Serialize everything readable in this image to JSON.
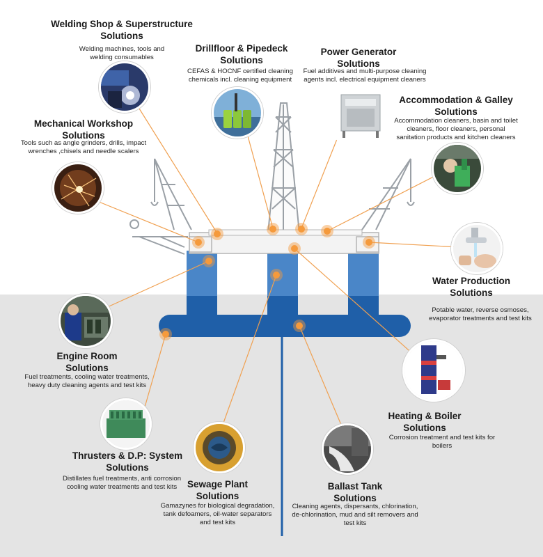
{
  "sections": {
    "welding": {
      "title_line1": "Welding Shop & Superstructure",
      "title_line2": "Solutions",
      "desc_line1": "Welding machines, tools and",
      "desc_line2": "welding consumables",
      "icon": "welding-photo-icon"
    },
    "drillfloor": {
      "title_line1": "Drillfloor & Pipedeck",
      "title_line2": "Solutions",
      "desc_line1": "CEFAS & HOCNF certified cleaning",
      "desc_line2": "chemicals incl. cleaning equipment",
      "icon": "chemical-drums-photo-icon"
    },
    "power": {
      "title_line1": "Power Generator",
      "title_line2": "Solutions",
      "desc_line1": "Fuel additives and multi-purpose cleaning",
      "desc_line2": "agents incl. electrical equipment cleaners",
      "icon": "cleaning-machine-photo-icon"
    },
    "accommodation": {
      "title_line1": "Accommodation & Galley",
      "title_line2": "Solutions",
      "desc_line1": "Accommodation cleaners, basin and toilet",
      "desc_line2": "cleaners, floor cleaners,  personal",
      "desc_line3": "sanitation products and kitchen cleaners",
      "icon": "galley-cleaning-photo-icon"
    },
    "mechanical": {
      "title_line1": "Mechanical Workshop",
      "title_line2": "Solutions",
      "desc_line1": "Tools such as angle grinders, drills, impact",
      "desc_line2": "wrenches ,chisels and needle scalers",
      "icon": "grinder-sparks-photo-icon"
    },
    "water": {
      "title_line1": "Water Production",
      "title_line2": "Solutions",
      "desc_line1": "Potable water, reverse osmoses,",
      "desc_line2": "evaporator treatments and test kits",
      "icon": "water-tap-photo-icon"
    },
    "engine": {
      "title_line1": "Engine Room",
      "title_line2": "Solutions",
      "desc_line1": "Fuel treatments, cooling water treatments,",
      "desc_line2": "heavy duty cleaning agents and test kits",
      "icon": "engine-room-photo-icon"
    },
    "heating": {
      "title_line1": "Heating & Boiler",
      "title_line2": "Solutions",
      "desc_line1": "Corrosion treatment and test kits for",
      "desc_line2": "boilers",
      "icon": "boiler-photo-icon"
    },
    "thrusters": {
      "title_line1": "Thrusters & D.P: System",
      "title_line2": "Solutions",
      "desc_line1": "Distillates fuel treatments, anti corrosion",
      "desc_line2": "cooling water treatments and test kits",
      "icon": "engine-block-photo-icon"
    },
    "sewage": {
      "title_line1": "Sewage Plant",
      "title_line2": "Solutions",
      "desc_line1": "Gamazynes for biological degradation,",
      "desc_line2": "tank defoamers, oil-water separators",
      "desc_line3": "and test kits",
      "icon": "sewage-pipe-photo-icon"
    },
    "ballast": {
      "title_line1": "Ballast Tank",
      "title_line2": "Solutions",
      "desc_line1": "Cleaning agents, dispersants, chlorination,",
      "desc_line2": "de-chlorination, mud and silt removers and",
      "desc_line3": "test kits",
      "icon": "ballast-discharge-photo-icon"
    }
  },
  "colors": {
    "connector": "#f0a050",
    "marker": "#f59a3c",
    "hull_dark": "#1f5fa8",
    "hull_light": "#4a86c8",
    "deck": "#f2f2f2",
    "sea": "#e4e4e4"
  }
}
